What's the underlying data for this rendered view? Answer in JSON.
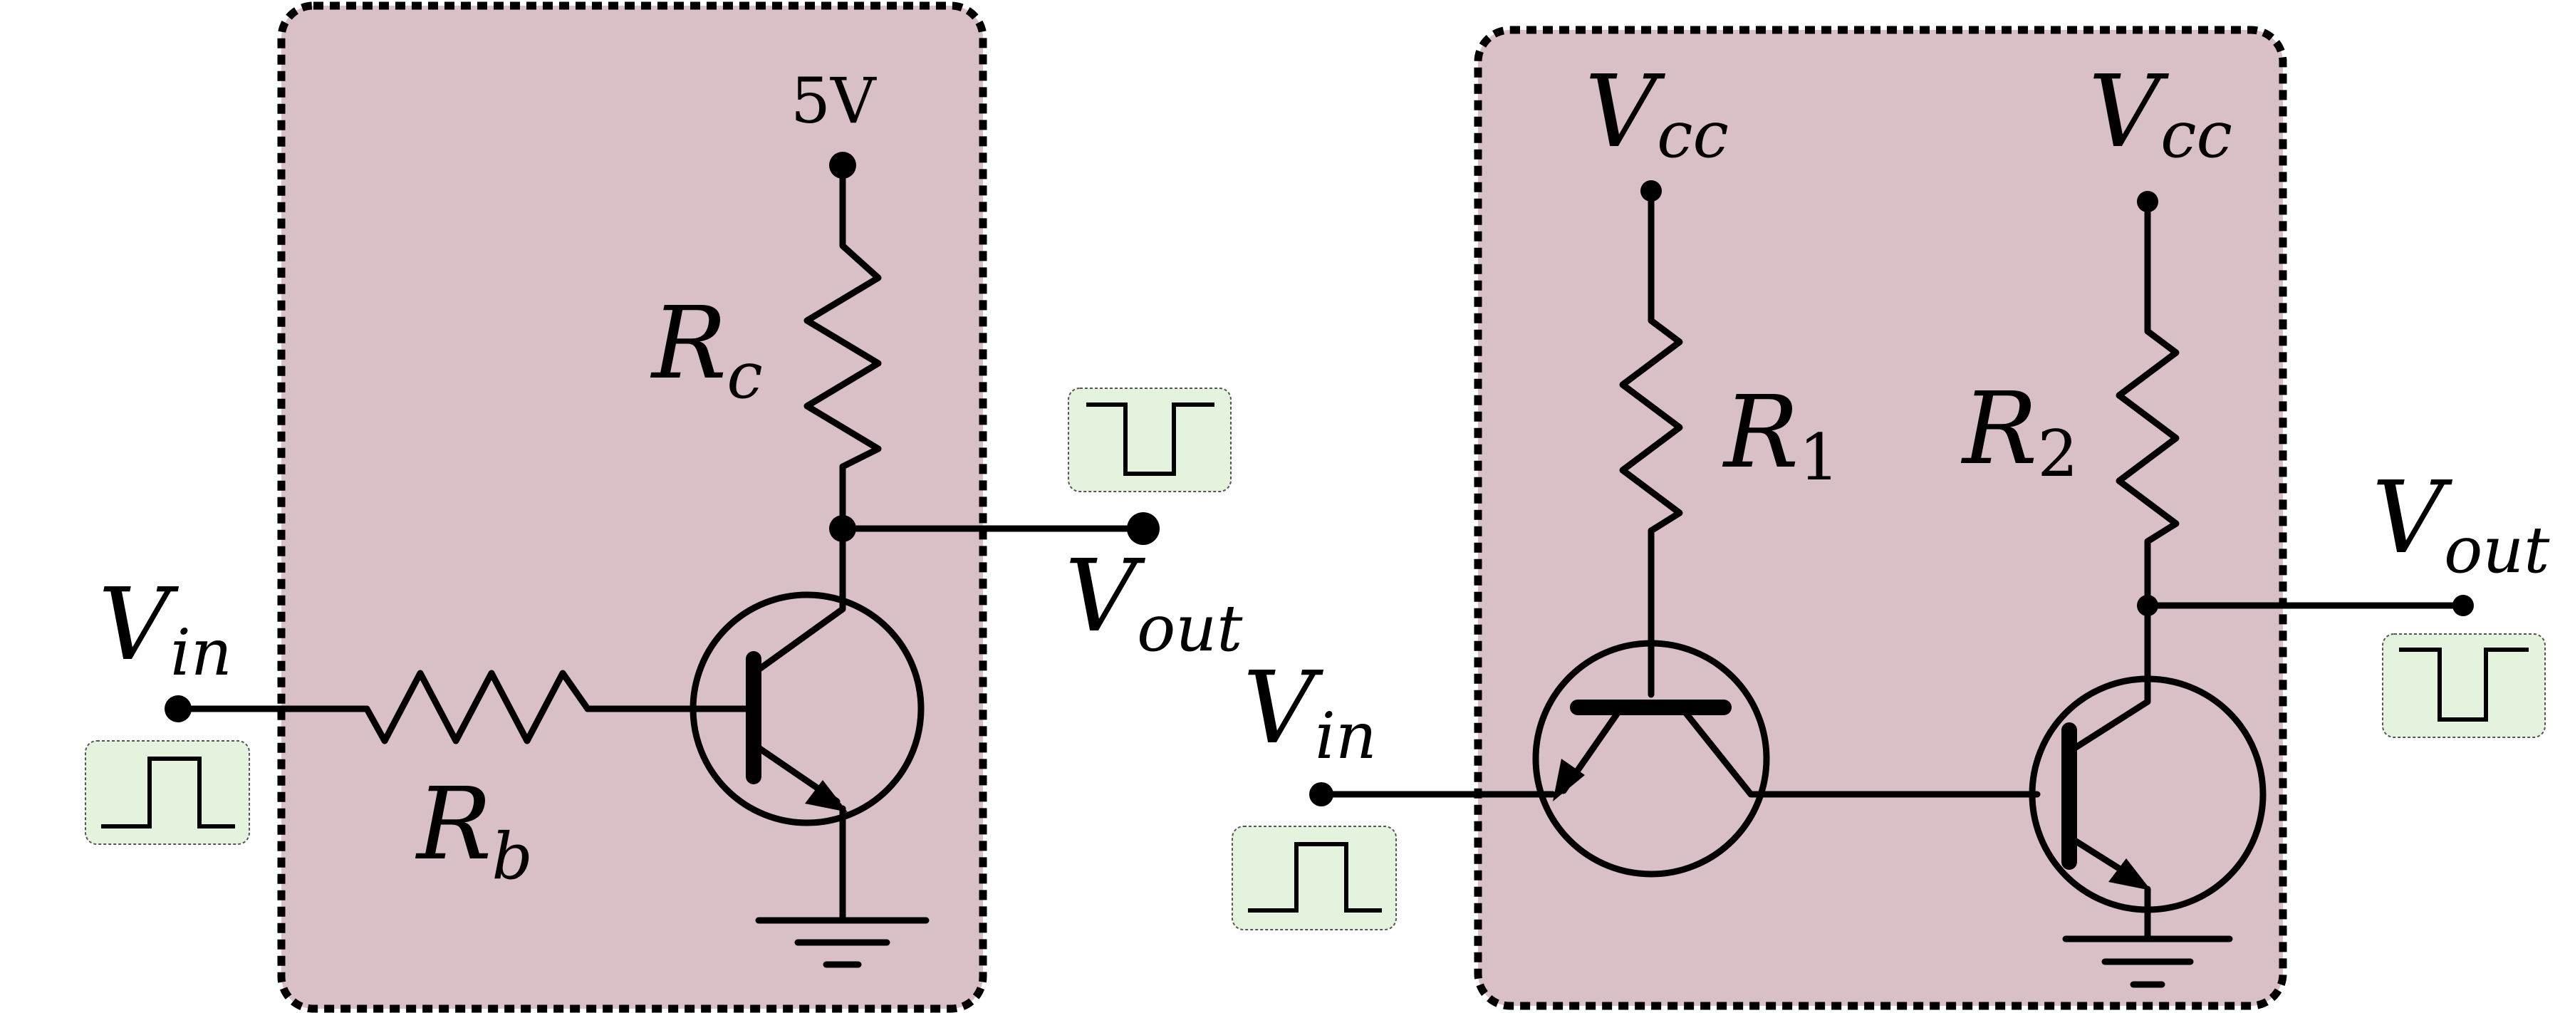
{
  "circuit_left": {
    "supply_label": "5V",
    "collector_resistor": {
      "symbol": "R",
      "subscript": "c"
    },
    "base_resistor": {
      "symbol": "R",
      "subscript": "b"
    },
    "input": {
      "symbol": "V",
      "subscript": "in"
    },
    "output": {
      "symbol": "V",
      "subscript": "out"
    }
  },
  "circuit_right": {
    "supply_1": {
      "symbol": "V",
      "subscript": "cc"
    },
    "supply_2": {
      "symbol": "V",
      "subscript": "cc"
    },
    "resistor_1": {
      "symbol": "R",
      "subscript": "1"
    },
    "resistor_2": {
      "symbol": "R",
      "subscript": "2"
    },
    "input": {
      "symbol": "V",
      "subscript": "in"
    },
    "output": {
      "symbol": "V",
      "subscript": "out"
    }
  },
  "colors": {
    "panel_fill": "#d9bfc6",
    "waveform_badge_fill": "#e3f3de",
    "line": "#000000"
  },
  "icons": [
    "input-pulse-icon",
    "output-inverted-pulse-icon",
    "ground-icon",
    "npn-transistor-icon",
    "resistor-icon"
  ]
}
